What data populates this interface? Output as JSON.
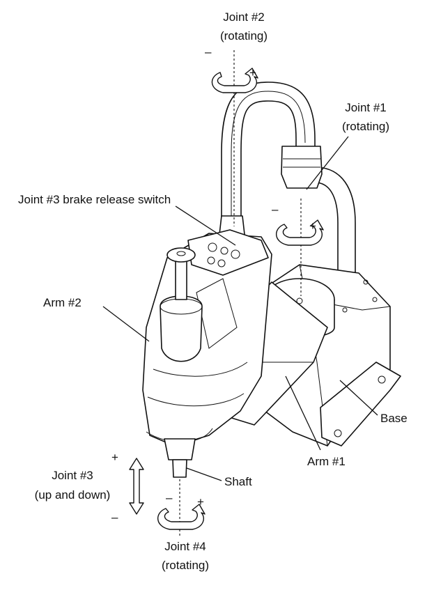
{
  "labels": {
    "joint2_title": "Joint #2",
    "joint2_sub": "(rotating)",
    "joint1_title": "Joint #1",
    "joint1_sub": "(rotating)",
    "brake_switch": "Joint #3 brake release switch",
    "arm2": "Arm #2",
    "base": "Base",
    "arm1": "Arm #1",
    "joint3_title": "Joint #3",
    "joint3_sub": "(up and down)",
    "shaft": "Shaft",
    "joint4_title": "Joint #4",
    "joint4_sub": "(rotating)"
  },
  "signs": {
    "plus": "+",
    "minus": "–"
  }
}
